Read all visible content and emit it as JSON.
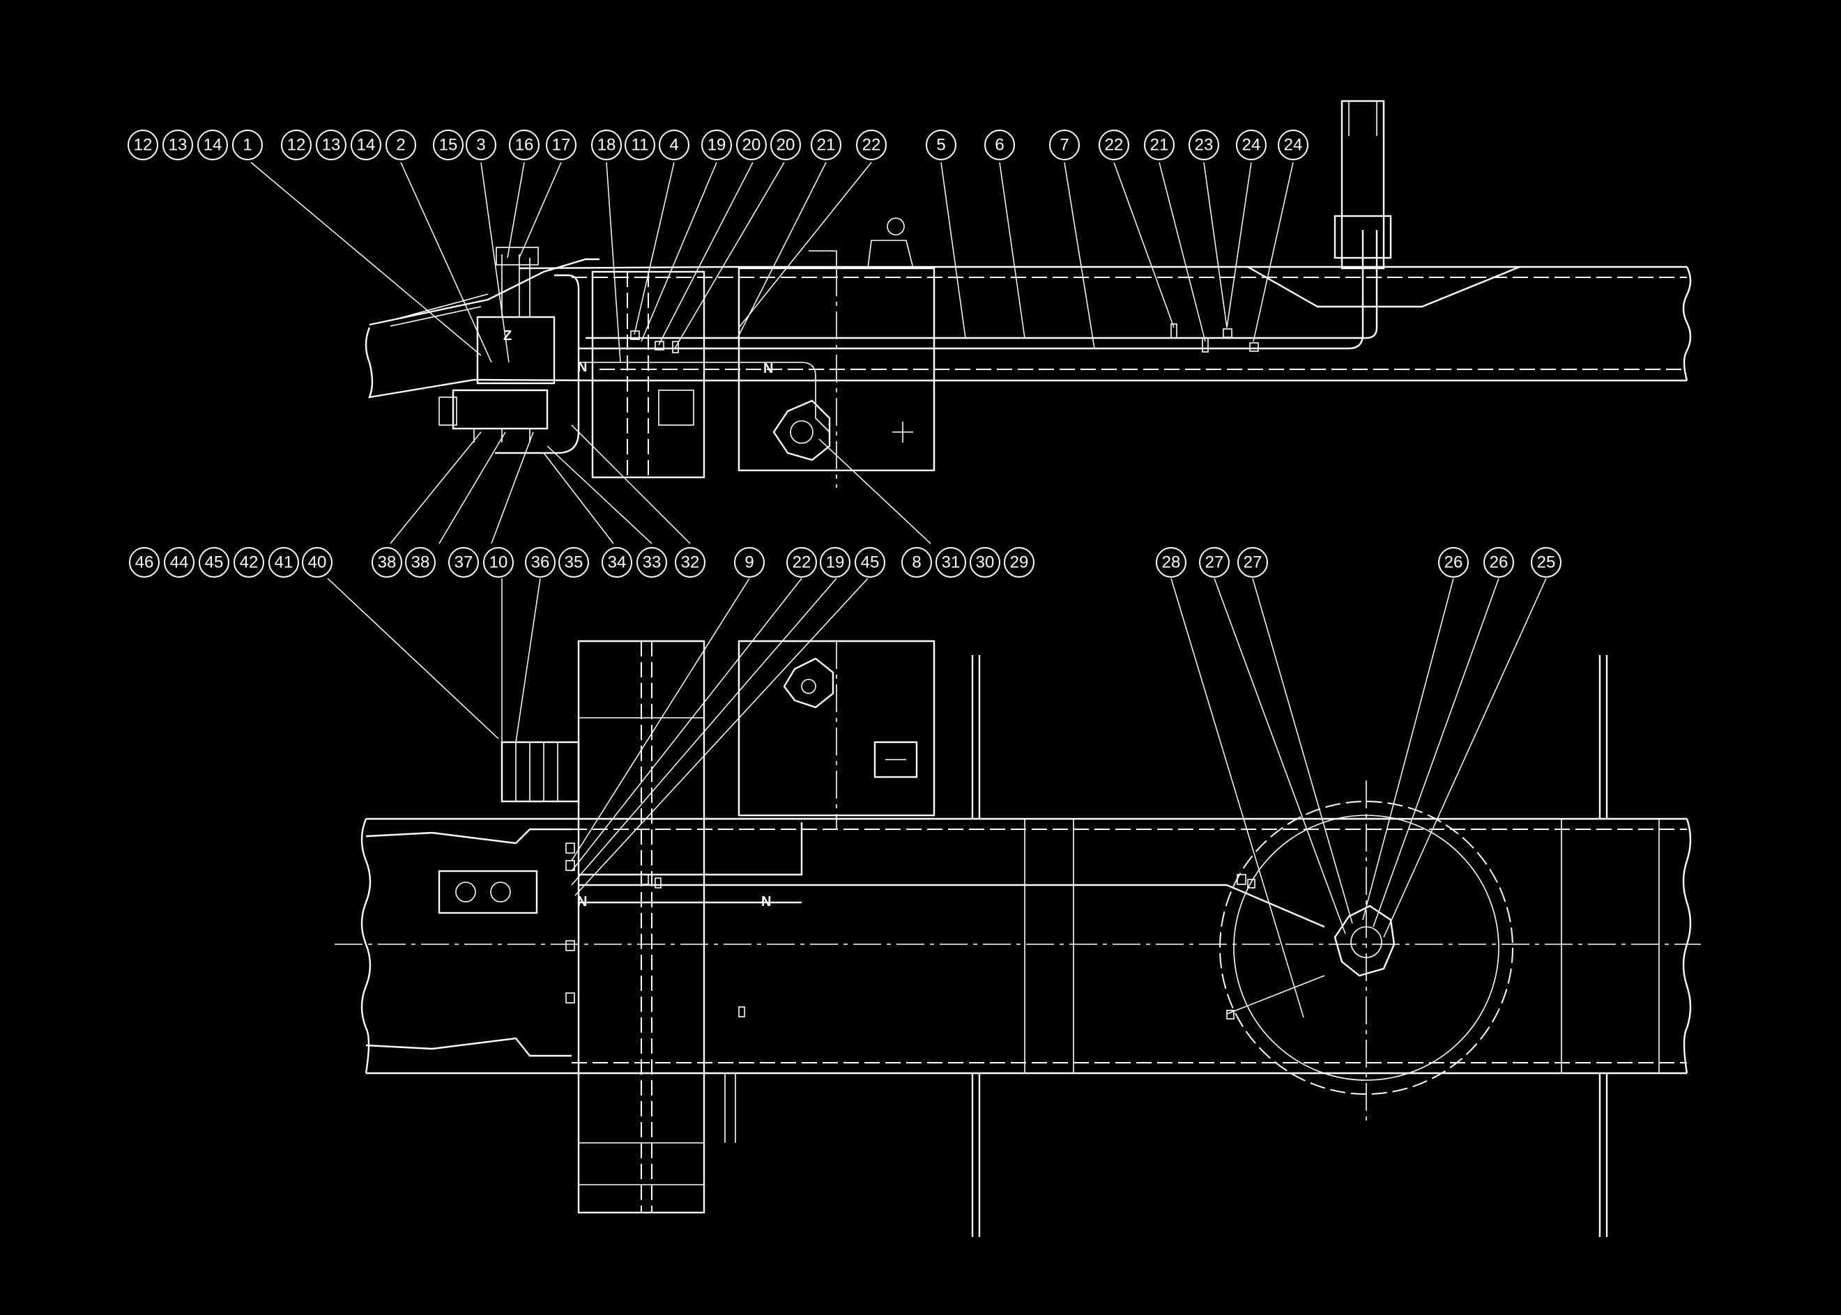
{
  "diagram": {
    "background": "#000000",
    "line_color": "#ffffff",
    "top_view_callouts_upper": [
      "12",
      "13",
      "14",
      "1",
      "12",
      "13",
      "14",
      "2",
      "15",
      "3",
      "16",
      "17",
      "18",
      "11",
      "4",
      "19",
      "20",
      "20",
      "21",
      "22",
      "5",
      "6",
      "7",
      "22",
      "21",
      "23",
      "24",
      "24"
    ],
    "top_view_callouts_lower": [
      "38",
      "38",
      "37",
      "10",
      "36",
      "35",
      "34",
      "33",
      "32",
      "8",
      "31",
      "30",
      "29"
    ],
    "bottom_view_callouts_left": [
      "46",
      "44",
      "45",
      "42",
      "41",
      "40"
    ],
    "bottom_view_callouts_mid": [
      "9",
      "22",
      "19",
      "45"
    ],
    "bottom_view_callouts_right": [
      "28",
      "27",
      "27",
      "26",
      "26",
      "25"
    ],
    "inline_marks": [
      "N",
      "N",
      "N",
      "N",
      "Z"
    ]
  }
}
